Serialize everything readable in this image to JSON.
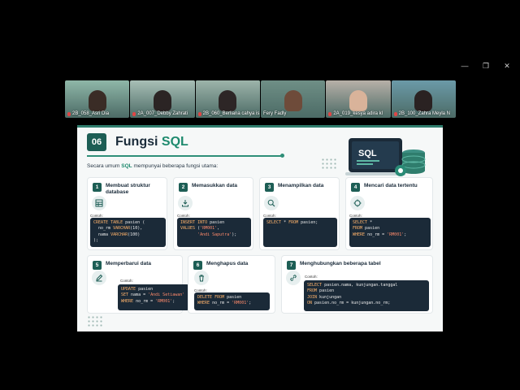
{
  "window": {
    "controls": [
      "—",
      "❐",
      "✕"
    ]
  },
  "participants": [
    {
      "name": "2B_058_Asri Dia",
      "bg": "#8fb7a8",
      "face": "#3a2c26"
    },
    {
      "name": "2A_007_Debby Zahrati",
      "bg": "#a8bfb6",
      "face": "#2b2424"
    },
    {
      "name": "2B_060_Berliana cahya is",
      "bg": "#9db4aa",
      "face": "#2d2626"
    },
    {
      "name": "Fery Fadly",
      "bg": "#6f8f86",
      "face": "#6e4b3a"
    },
    {
      "name": "2A_019_kesya adira kl",
      "bg": "#b7b0a8",
      "face": "#d9b39a"
    },
    {
      "name": "2B_100_Zahra Meyla N",
      "bg": "#6b9aa8",
      "face": "#2a2222"
    }
  ],
  "slide": {
    "number": "06",
    "title_plain": "Fungsi ",
    "title_accent": "SQL",
    "subtitle_pre": "Secara umum ",
    "subtitle_accent": "SQL",
    "subtitle_post": " mempunyai beberapa fungsi utama:",
    "hero_label": "SQL",
    "contoh": "Contoh:",
    "cards": [
      {
        "n": "1",
        "title": "Membuat struktur database",
        "icon": "table-icon"
      },
      {
        "n": "2",
        "title": "Memasukkan data",
        "icon": "download-icon"
      },
      {
        "n": "3",
        "title": "Menampilkan data",
        "icon": "search-icon"
      },
      {
        "n": "4",
        "title": "Mencari data tertentu",
        "icon": "crosshair-icon"
      },
      {
        "n": "5",
        "title": "Memperbarui data",
        "icon": "edit-icon"
      },
      {
        "n": "6",
        "title": "Menghapus data",
        "icon": "trash-icon"
      },
      {
        "n": "7",
        "title": "Menghubungkan beberapa tabel",
        "icon": "link-icon"
      }
    ],
    "code": {
      "c1": [
        "CREATE TABLE",
        " pasien (",
        "  no_rm ",
        "VARCHAR",
        "(10),",
        "  nama ",
        "VARCHAR",
        "(100)",
        ");"
      ],
      "c2": [
        "INSERT INTO",
        " pasien",
        "VALUES",
        " (",
        "'RM001'",
        ",",
        "'Andi Saputra'",
        ");"
      ],
      "c3": [
        "SELECT",
        " * ",
        "FROM",
        " pasien;"
      ],
      "c4": [
        "SELECT",
        " *",
        "FROM",
        " pasien",
        "WHERE",
        " no_rm = ",
        "'RM001'",
        ";"
      ],
      "c5": [
        "UPDATE",
        " pasien",
        "SET",
        " nama = ",
        "'Andi Setiawan'",
        "WHERE",
        " no_rm = ",
        "'RM001'",
        ";"
      ],
      "c6": [
        "DELETE FROM",
        " pasien",
        "WHERE",
        " no_rm = ",
        "'RM001'",
        ";"
      ],
      "c7": [
        "SELECT",
        " pasien.nama, kunjungan.tanggal",
        "FROM",
        " pasien",
        "JOIN",
        " kunjungan",
        "ON",
        " pasien.no_rm = kunjungan.no_rm;"
      ]
    }
  }
}
